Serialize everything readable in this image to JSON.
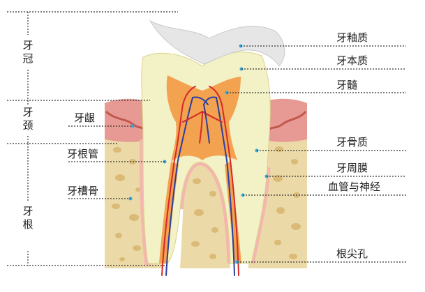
{
  "sections": {
    "crown": "牙冠",
    "neck": "牙颈",
    "root": "牙根"
  },
  "labels_left": {
    "gum": "牙龈",
    "root_canal": "牙根管",
    "alveolar_bone": "牙槽骨"
  },
  "labels_right": {
    "enamel": "牙釉质",
    "dentin": "牙本质",
    "pulp": "牙髓",
    "cementum": "牙骨质",
    "periodontal_membrane": "牙周膜",
    "vessels_nerves": "血管与神经",
    "apical_foramen": "根尖孔"
  },
  "colors": {
    "bone": "#ecd9a8",
    "bone_spots": "#d8b56e",
    "gum": "#e79a93",
    "gum_dark": "#c2574f",
    "tooth": "#f3f1c6",
    "pulp": "#f3a24f",
    "artery": "#d62828",
    "vein": "#2b3fa0",
    "enamel_flake": "#e6e6e6",
    "marker": "#3aa6d8"
  }
}
